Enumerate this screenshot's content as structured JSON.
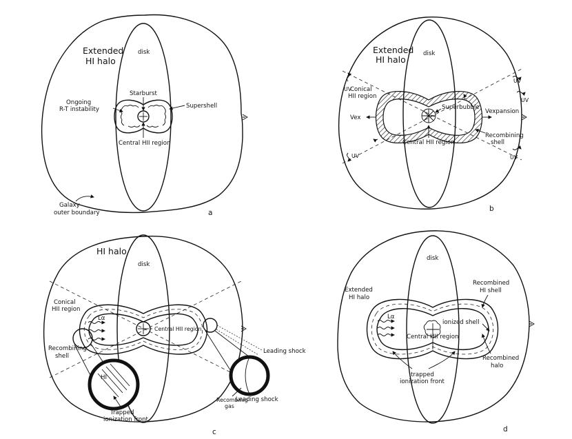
{
  "panels": {
    "a": {
      "letter": "a",
      "halo_line1": "Extended",
      "halo_line2": "HI halo",
      "disk": "disk",
      "starburst": "Starburst",
      "ongoing_line1": "Ongoing",
      "ongoing_line2": "R-T instability",
      "supershell": "Supershell",
      "central_hii": "Central HII region",
      "galaxy_line1": "Galaxy",
      "galaxy_line2": "outer boundary"
    },
    "b": {
      "letter": "b",
      "halo_line1": "Extended",
      "halo_line2": "HI halo",
      "disk": "disk",
      "conical_line1": "Conical",
      "conical_line2": "HII region",
      "superbubble": "Superbubble",
      "vexpansion": "Vexpansion",
      "vex": "Vex",
      "central_hii": "Central HII region",
      "recombining_line1": "Recombining",
      "recombining_line2": "shell",
      "uv": "UV"
    },
    "c": {
      "letter": "c",
      "halo": "HI halo",
      "disk": "disk",
      "conical_line1": "Conical",
      "conical_line2": "HII region",
      "central_hii": "Central HII region",
      "recombining_line1": "Recombining",
      "recombining_line2": "shell",
      "leading_shock": "Leading shock",
      "recombinig_gas_line1": "Recombinig",
      "recombinig_gas_line2": "gas",
      "trapped_line1": "Trapped",
      "trapped_line2": "ionization front",
      "hi": "HI",
      "lyman_alpha": "Lα"
    },
    "d": {
      "letter": "d",
      "halo_line1": "Extended",
      "halo_line2": "HI halo",
      "disk": "disk",
      "recombined_shell_line1": "Recombined",
      "recombined_shell_line2": "HI shell",
      "ionized_shell": "ionized shell",
      "central_hii": "Central HII region",
      "recombined_halo_line1": "Recombined",
      "recombined_halo_line2": "halo",
      "trapped_line1": "trapped",
      "trapped_line2": "ionization front",
      "lyman_alpha": "Lα"
    }
  }
}
